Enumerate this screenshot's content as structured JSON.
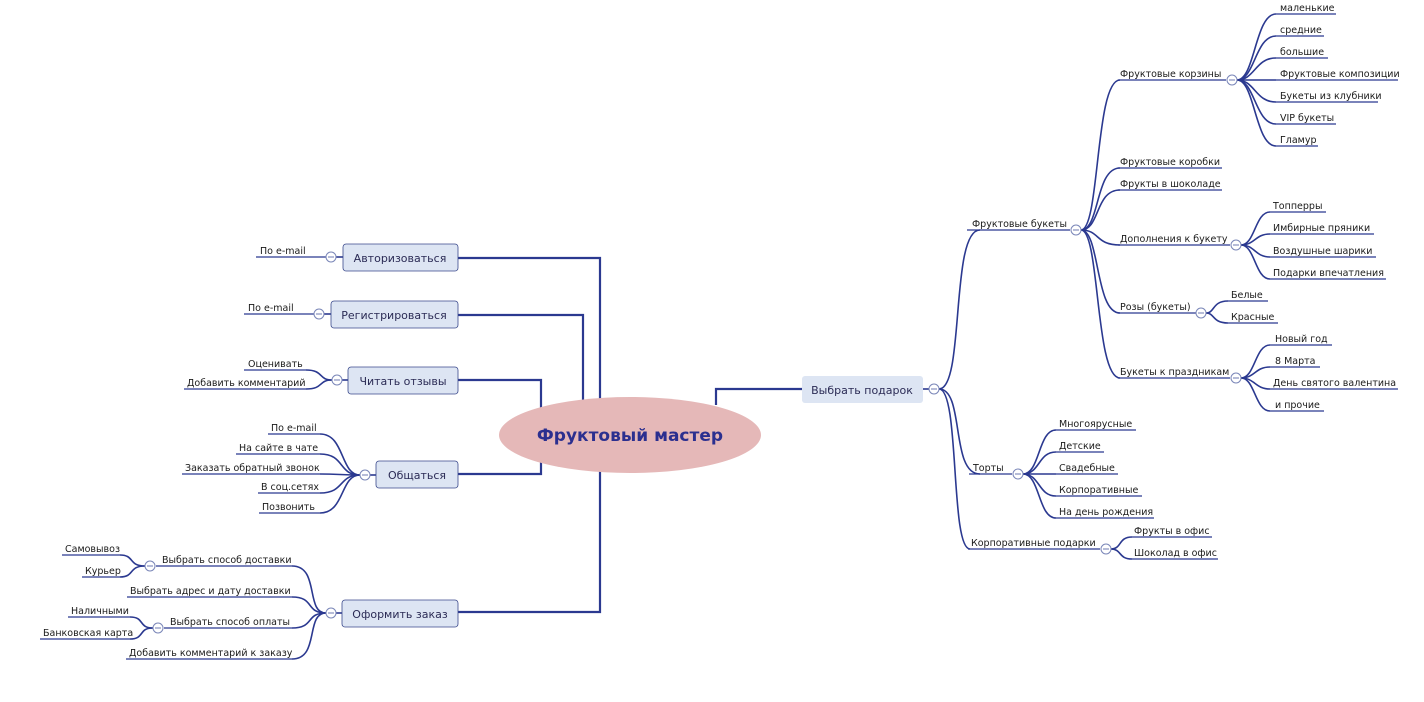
{
  "mindmap": {
    "central": "Фруктовый мастер",
    "left": {
      "auth": {
        "label": "Авторизоваться",
        "items": [
          "По e-mail"
        ]
      },
      "register": {
        "label": "Регистрироваться",
        "items": [
          "По e-mail"
        ]
      },
      "reviews": {
        "label": "Читать отзывы",
        "items": [
          "Оценивать",
          "Добавить комментарий"
        ]
      },
      "contact": {
        "label": "Общаться",
        "items": [
          "По e-mail",
          "На сайте в чате",
          "Заказать обратный звонок",
          "В соц.сетях",
          "Позвонить"
        ]
      },
      "order": {
        "label": "Оформить заказ",
        "delivery": {
          "label": "Выбрать способ доставки",
          "items": [
            "Самовывоз",
            "Курьер"
          ]
        },
        "address": "Выбрать адрес и дату доставки",
        "payment": {
          "label": "Выбрать способ оплаты",
          "items": [
            "Наличными",
            "Банковская карта"
          ]
        },
        "comment": "Добавить комментарий к заказу"
      }
    },
    "right": {
      "gift": {
        "label": "Выбрать подарок",
        "bouquets": {
          "label": "Фруктовые букеты",
          "baskets": {
            "label": "Фруктовые корзины",
            "items": [
              "маленькие",
              "средние",
              "большие",
              "Фруктовые композиции",
              "Букеты из клубники",
              "VIP букеты",
              "Гламур"
            ]
          },
          "boxes": "Фруктовые коробки",
          "chocolate": "Фрукты в шоколаде",
          "addons": {
            "label": "Дополнения к букету",
            "items": [
              "Топперры",
              "Имбирные пряники",
              "Воздушные шарики",
              "Подарки впечатления"
            ]
          },
          "roses": {
            "label": "Розы (букеты)",
            "items": [
              "Белые",
              "Красные"
            ]
          },
          "holidays": {
            "label": "Букеты к праздникам",
            "items": [
              "Новый год",
              "8 Марта",
              "День святого валентина",
              "и прочие"
            ]
          }
        },
        "cakes": {
          "label": "Торты",
          "items": [
            "Многоярусные",
            "Детские",
            "Свадебные",
            "Корпоративные",
            "На день рождения"
          ]
        },
        "corporate": {
          "label": "Корпоративные подарки",
          "items": [
            "Фрукты в офис",
            "Шоколад в офис"
          ]
        }
      }
    }
  }
}
